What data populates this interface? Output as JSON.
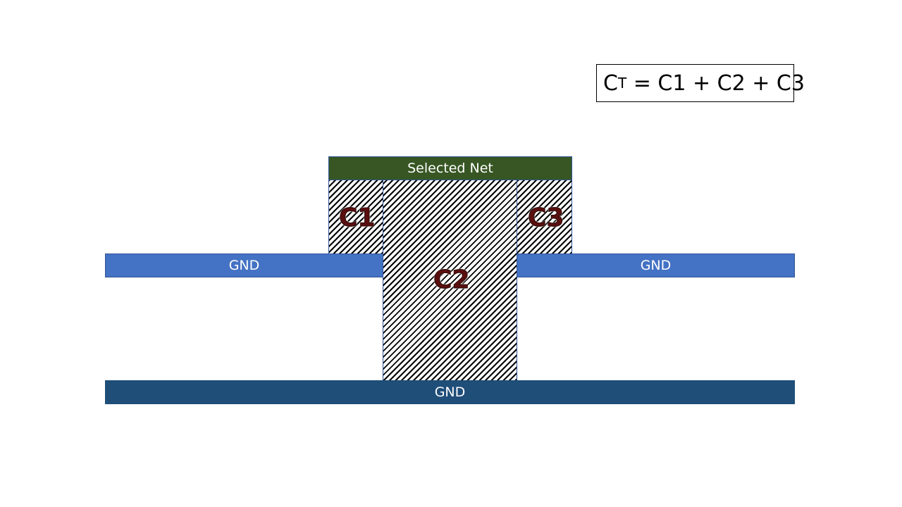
{
  "formula": {
    "lhs_base": "C",
    "lhs_sub": "T",
    "rhs": " = C1 + C2 + C3"
  },
  "selected_net": {
    "label": "Selected Net"
  },
  "ground": {
    "left_label": "GND",
    "right_label": "GND",
    "bottom_label": "GND"
  },
  "capacitances": {
    "c1": "C1",
    "c2": "C2",
    "c3": "C3"
  },
  "colors": {
    "selected_net": "#375623",
    "gnd_upper": "#4472c4",
    "gnd_lower": "#1f4e79",
    "cap_label": "#5a0f0f"
  }
}
